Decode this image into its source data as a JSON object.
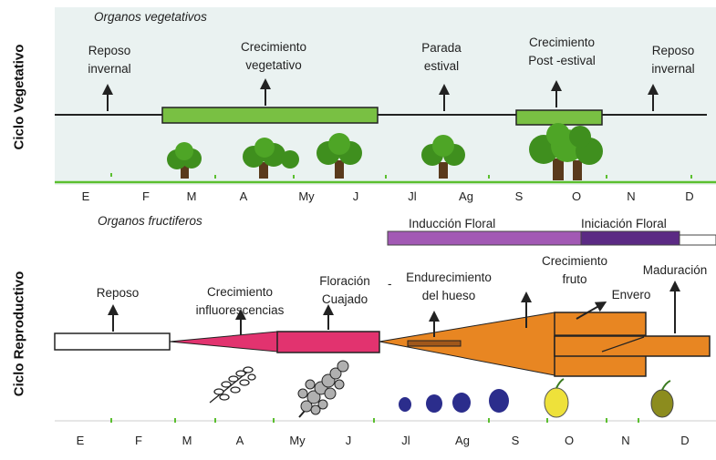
{
  "vertical_titles": {
    "vegetative": "Ciclo Vegetativo",
    "reproductive": "Ciclo Reproductivo"
  },
  "vegetative": {
    "section_title": "Organos vegetativos",
    "labels": {
      "reposo_1": [
        "Reposo",
        "invernal"
      ],
      "crecimiento": [
        "Crecimiento",
        "vegetativo"
      ],
      "parada": [
        "Parada",
        "estival"
      ],
      "post": [
        "Crecimiento",
        "Post  -estival"
      ],
      "reposo_2": [
        "Reposo",
        "invernal"
      ]
    }
  },
  "reproductive": {
    "section_title": "Organos fructiferos",
    "bars": {
      "induccion": "Inducción Floral",
      "iniciacion": "Iniciación Floral"
    },
    "labels": {
      "reposo": [
        "Reposo"
      ],
      "inflorescencias": [
        "Crecimiento",
        "influorescencias"
      ],
      "floracion": [
        "Floración",
        "Cuajado"
      ],
      "endurecimiento": [
        "Endurecimiento",
        "del hueso"
      ],
      "crecimiento_fruto": [
        "Crecimiento",
        "fruto"
      ],
      "envero": [
        "Envero"
      ],
      "maduracion": [
        "Maduración"
      ]
    },
    "dash": "-"
  },
  "months_top": [
    "E",
    "F",
    "M",
    "A",
    "My",
    "J",
    "Jl",
    "Ag",
    "S",
    "O",
    "N",
    "D"
  ],
  "months_bottom": [
    "E",
    "F",
    "M",
    "A",
    "My",
    "J",
    "Jl",
    "Ag",
    "S",
    "O",
    "N",
    "D"
  ],
  "colors": {
    "panel_top": "#eaf2f1",
    "vegetative_bar": "#79c043",
    "ground": "#5bbf2f",
    "tree": "#3f8f1e",
    "trunk": "#5a3a1c",
    "induccion": "#a259b4",
    "iniciacion": "#5b2a84",
    "pink_bar": "#e2336f",
    "orange": "#e88622",
    "purple_fruit": "#2b2d8c",
    "yellow_fruit": "#eee13a",
    "olive_fruit": "#8c8c1e"
  }
}
